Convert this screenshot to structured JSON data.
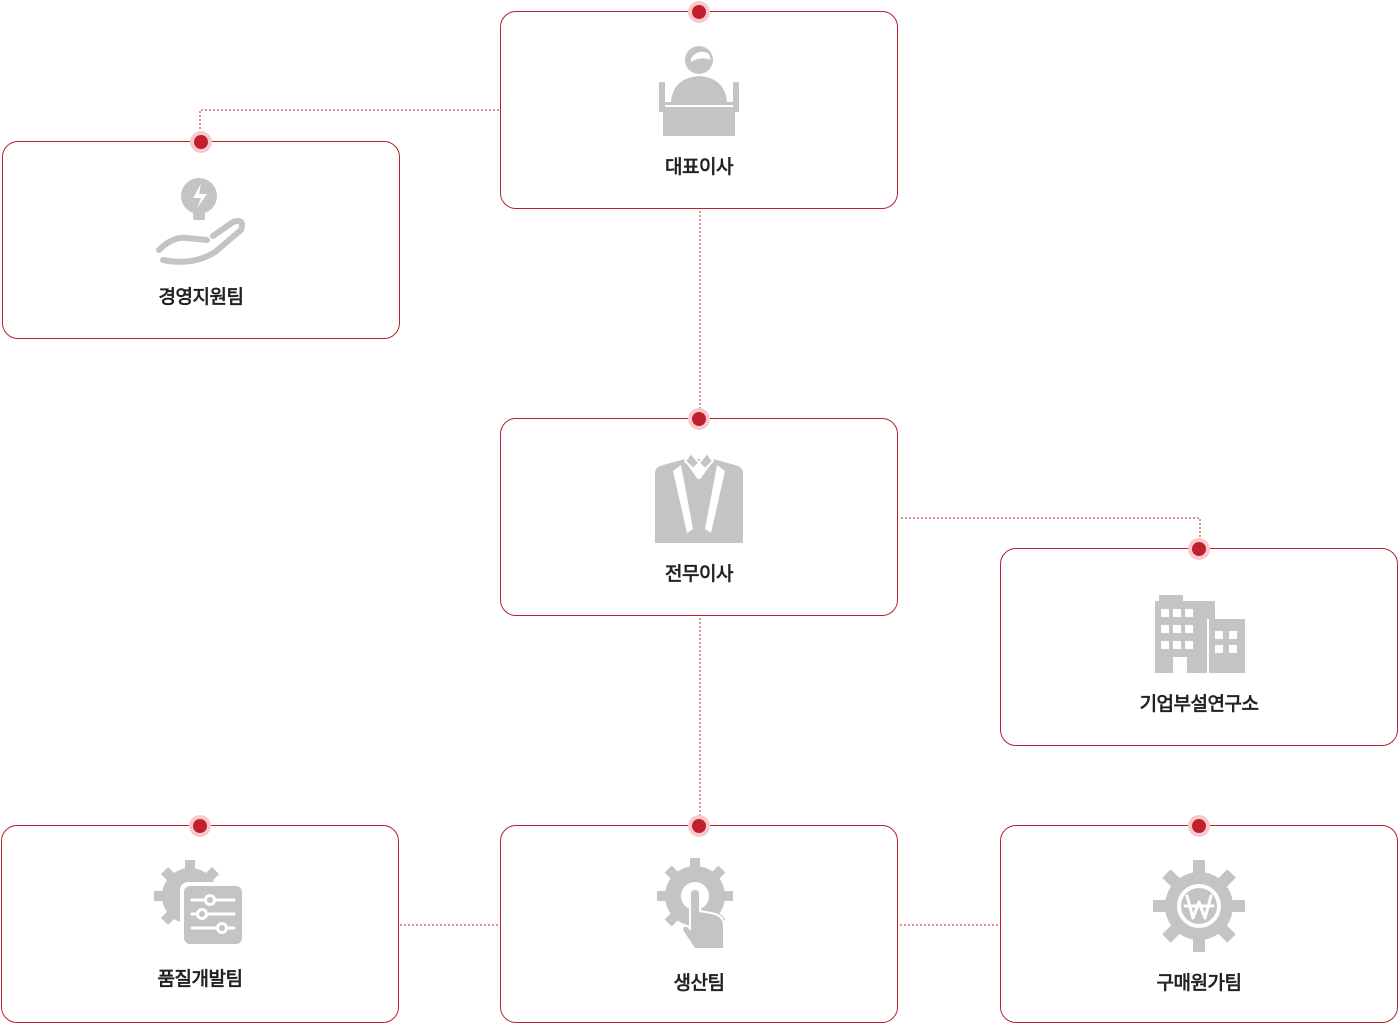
{
  "colors": {
    "accent": "#c0202e",
    "border": "#b8202e",
    "icon": "#c4c4c4",
    "text": "#222222"
  },
  "nodes": [
    {
      "label": "대표이사",
      "icon": "ceo-podium-icon"
    },
    {
      "label": "경영지원팀",
      "icon": "hand-lightbulb-icon"
    },
    {
      "label": "전무이사",
      "icon": "suit-tie-icon"
    },
    {
      "label": "기업부설연구소",
      "icon": "buildings-icon"
    },
    {
      "label": "품질개발팀",
      "icon": "gear-sliders-icon"
    },
    {
      "label": "생산팀",
      "icon": "gear-touch-icon"
    },
    {
      "label": "구매원가팀",
      "icon": "gear-won-icon"
    }
  ]
}
